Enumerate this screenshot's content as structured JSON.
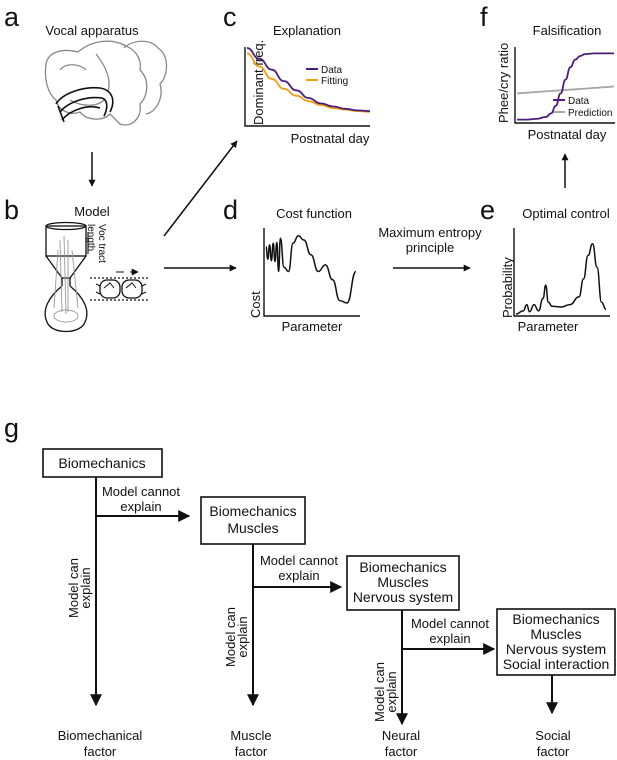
{
  "panels": {
    "a": {
      "letter": "a",
      "title": "Vocal apparatus"
    },
    "b": {
      "letter": "b",
      "title": "Model",
      "tract_label": [
        "Voc tract",
        "length"
      ]
    },
    "c": {
      "letter": "c",
      "title": "Explanation",
      "ylabel": "Dominant freq.",
      "xlabel": "Postnatal day",
      "legend": [
        "Data",
        "Fitting"
      ]
    },
    "d": {
      "letter": "d",
      "title": "Cost function",
      "ylabel": "Cost",
      "xlabel": "Parameter"
    },
    "arrow_de": {
      "label": [
        "Maximum entropy",
        "principle"
      ]
    },
    "e": {
      "letter": "e",
      "title": "Optimal control",
      "ylabel": "Probability",
      "xlabel": "Parameter"
    },
    "f": {
      "letter": "f",
      "title": "Falsification",
      "ylabel": "Phee/cry ratio",
      "xlabel": "Postnatal day",
      "legend": [
        "Data",
        "Prediction"
      ]
    },
    "g": {
      "letter": "g"
    }
  },
  "colors": {
    "data": "#4b1d7a",
    "fitting": "#f39c12",
    "prediction": "#a6a6a6",
    "ink": "#111111"
  },
  "chart_data": [
    {
      "type": "line",
      "title": "Explanation",
      "xlabel": "Postnatal day",
      "ylabel": "Dominant freq.",
      "x": [
        0,
        1,
        2,
        3,
        4,
        5,
        6,
        7,
        8,
        9,
        10
      ],
      "series": [
        {
          "name": "Data",
          "values": [
            1.0,
            0.86,
            0.72,
            0.57,
            0.45,
            0.35,
            0.28,
            0.24,
            0.21,
            0.19,
            0.18
          ]
        },
        {
          "name": "Fitting",
          "values": [
            0.93,
            0.76,
            0.6,
            0.47,
            0.38,
            0.31,
            0.26,
            0.22,
            0.2,
            0.18,
            0.17
          ]
        }
      ]
    },
    {
      "type": "line",
      "title": "Cost function",
      "xlabel": "Parameter",
      "ylabel": "Cost",
      "x": [
        0,
        0.02,
        0.04,
        0.06,
        0.08,
        0.1,
        0.12,
        0.14,
        0.16,
        0.2,
        0.25,
        0.3,
        0.36,
        0.42,
        0.5,
        0.58,
        0.66,
        0.74,
        0.82,
        0.9,
        1.0
      ],
      "series": [
        {
          "name": "",
          "values": [
            0.8,
            0.65,
            0.82,
            0.63,
            0.84,
            0.62,
            0.85,
            0.5,
            0.9,
            0.55,
            0.5,
            0.84,
            0.93,
            0.88,
            0.7,
            0.5,
            0.58,
            0.4,
            0.15,
            0.12,
            0.5
          ]
        }
      ]
    },
    {
      "type": "line",
      "title": "Optimal control",
      "xlabel": "Parameter",
      "ylabel": "Probability",
      "x": [
        0,
        0.08,
        0.12,
        0.15,
        0.2,
        0.25,
        0.3,
        0.33,
        0.36,
        0.4,
        0.5,
        0.6,
        0.7,
        0.75,
        0.8,
        0.85,
        0.9,
        0.95,
        1.0
      ],
      "series": [
        {
          "name": "",
          "values": [
            0.0,
            0.04,
            0.12,
            0.03,
            0.12,
            0.04,
            0.2,
            0.37,
            0.15,
            0.1,
            0.09,
            0.12,
            0.22,
            0.45,
            0.75,
            0.9,
            0.6,
            0.15,
            0.06
          ]
        }
      ]
    },
    {
      "type": "line",
      "title": "Falsification",
      "xlabel": "Postnatal day",
      "ylabel": "Phee/cry ratio",
      "x": [
        0,
        0.1,
        0.2,
        0.3,
        0.35,
        0.4,
        0.45,
        0.5,
        0.55,
        0.6,
        0.65,
        0.7,
        0.8,
        0.9,
        1.0
      ],
      "series": [
        {
          "name": "Data",
          "values": [
            0.02,
            0.02,
            0.03,
            0.06,
            0.11,
            0.22,
            0.4,
            0.6,
            0.78,
            0.89,
            0.94,
            0.97,
            0.98,
            0.98,
            0.98
          ]
        },
        {
          "name": "Prediction",
          "values": [
            0.4,
            0.41,
            0.42,
            0.43,
            0.435,
            0.44,
            0.445,
            0.45,
            0.455,
            0.46,
            0.465,
            0.47,
            0.48,
            0.49,
            0.5
          ]
        }
      ]
    }
  ],
  "flow": {
    "boxes": [
      {
        "lines": [
          "Biomechanics"
        ]
      },
      {
        "lines": [
          "Biomechanics",
          "Muscles"
        ]
      },
      {
        "lines": [
          "Biomechanics",
          "Muscles",
          "Nervous system"
        ]
      },
      {
        "lines": [
          "Biomechanics",
          "Muscles",
          "Nervous system",
          "Social interaction"
        ]
      }
    ],
    "cannot_label": [
      "Model cannot",
      "explain"
    ],
    "can_label": [
      "Model can",
      "explain"
    ],
    "factors": [
      {
        "lines": [
          "Biomechanical",
          "factor"
        ]
      },
      {
        "lines": [
          "Muscle",
          "factor"
        ]
      },
      {
        "lines": [
          "Neural",
          "factor"
        ]
      },
      {
        "lines": [
          "Social",
          "factor"
        ]
      }
    ]
  }
}
